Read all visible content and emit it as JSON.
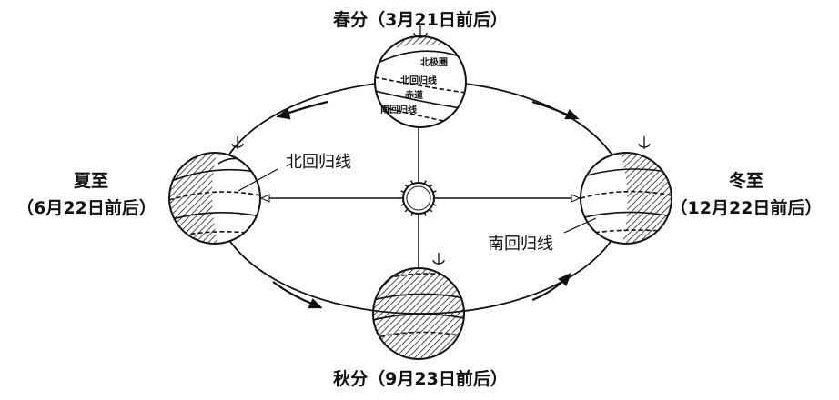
{
  "labels": {
    "spring": "春分（3月21日前后）",
    "summer_name": "夏至",
    "summer_date": "（6月22日前后）",
    "winter_name": "冬至",
    "winter_date": "（12月22日前后）",
    "autumn": "秋分（9月23日前后）",
    "tropic_cancer": "北回归线",
    "tropic_capricorn": "南回归线"
  },
  "globe_labels": {
    "arctic_circle": "北极圈",
    "tropic_cancer": "北回归线",
    "equator": "赤道",
    "tropic_capricorn": "南回归线"
  },
  "colors": {
    "ink": "#111111",
    "background": "#ffffff"
  }
}
